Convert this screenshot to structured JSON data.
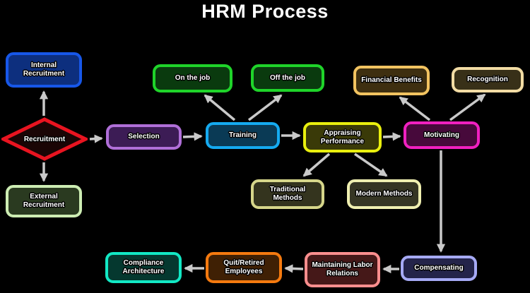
{
  "title": "HRM Process",
  "colors": {
    "background": "#000000",
    "arrow": "#C9C9C9",
    "text": "#FFFFFF"
  },
  "nodes": {
    "internal_recruitment": {
      "label": "Internal Recruitment",
      "border": "#1757E8",
      "fill": "#0D2F7E",
      "shape": "rect"
    },
    "recruitment": {
      "label": "Recruitment",
      "border": "#E81420",
      "fill": "#1A0505",
      "shape": "diamond"
    },
    "external_recruitment": {
      "label": "External Recruitment",
      "border": "#CDEDB3",
      "fill": "#2A3A20",
      "shape": "rect"
    },
    "selection": {
      "label": "Selection",
      "border": "#B06FD8",
      "fill": "#3C1C55",
      "shape": "rect"
    },
    "training": {
      "label": "Training",
      "border": "#15AAF0",
      "fill": "#0A3A55",
      "shape": "rect"
    },
    "on_the_job": {
      "label": "On the job",
      "border": "#1FD42A",
      "fill": "#0A3A0E",
      "shape": "rect"
    },
    "off_the_job": {
      "label": "Off the job",
      "border": "#1FD42A",
      "fill": "#0A3A0E",
      "shape": "rect"
    },
    "appraising_performance": {
      "label": "Appraising Performance",
      "border": "#E9EF0E",
      "fill": "#3A3A08",
      "shape": "rect"
    },
    "traditional_methods": {
      "label": "Traditional Methods",
      "border": "#D6D68A",
      "fill": "#34341E",
      "shape": "rect"
    },
    "modern_methods": {
      "label": "Modern Methods",
      "border": "#EFEFB0",
      "fill": "#363624",
      "shape": "rect"
    },
    "motivating": {
      "label": "Motivating",
      "border": "#F020C0",
      "fill": "#47093B",
      "shape": "rect"
    },
    "financial_benefits": {
      "label": "Financial Benefits",
      "border": "#F2C360",
      "fill": "#3E2F10",
      "shape": "rect"
    },
    "recognition": {
      "label": "Recognition",
      "border": "#F2DCA4",
      "fill": "#383018",
      "shape": "rect"
    },
    "compensating": {
      "label": "Compensating",
      "border": "#A6AAF5",
      "fill": "#24244A",
      "shape": "rect"
    },
    "maintaining_labor_relations": {
      "label": "Maintaining Labor Relations",
      "border": "#FB8E8E",
      "fill": "#451818",
      "shape": "rect"
    },
    "quit_retired_employees": {
      "label": "Quit/Retired Employees",
      "border": "#F57A0F",
      "fill": "#3F2004",
      "shape": "rect"
    },
    "compliance_architecture": {
      "label": "Compliance Architecture",
      "border": "#12E8C4",
      "fill": "#05382F",
      "shape": "rect"
    }
  },
  "edges": [
    {
      "from": "recruitment",
      "to": "internal_recruitment"
    },
    {
      "from": "recruitment",
      "to": "external_recruitment"
    },
    {
      "from": "recruitment",
      "to": "selection"
    },
    {
      "from": "selection",
      "to": "training"
    },
    {
      "from": "training",
      "to": "on_the_job"
    },
    {
      "from": "training",
      "to": "off_the_job"
    },
    {
      "from": "training",
      "to": "appraising_performance"
    },
    {
      "from": "appraising_performance",
      "to": "traditional_methods"
    },
    {
      "from": "appraising_performance",
      "to": "modern_methods"
    },
    {
      "from": "appraising_performance",
      "to": "motivating"
    },
    {
      "from": "motivating",
      "to": "financial_benefits"
    },
    {
      "from": "motivating",
      "to": "recognition"
    },
    {
      "from": "motivating",
      "to": "compensating"
    },
    {
      "from": "compensating",
      "to": "maintaining_labor_relations"
    },
    {
      "from": "maintaining_labor_relations",
      "to": "quit_retired_employees"
    },
    {
      "from": "quit_retired_employees",
      "to": "compliance_architecture"
    }
  ]
}
